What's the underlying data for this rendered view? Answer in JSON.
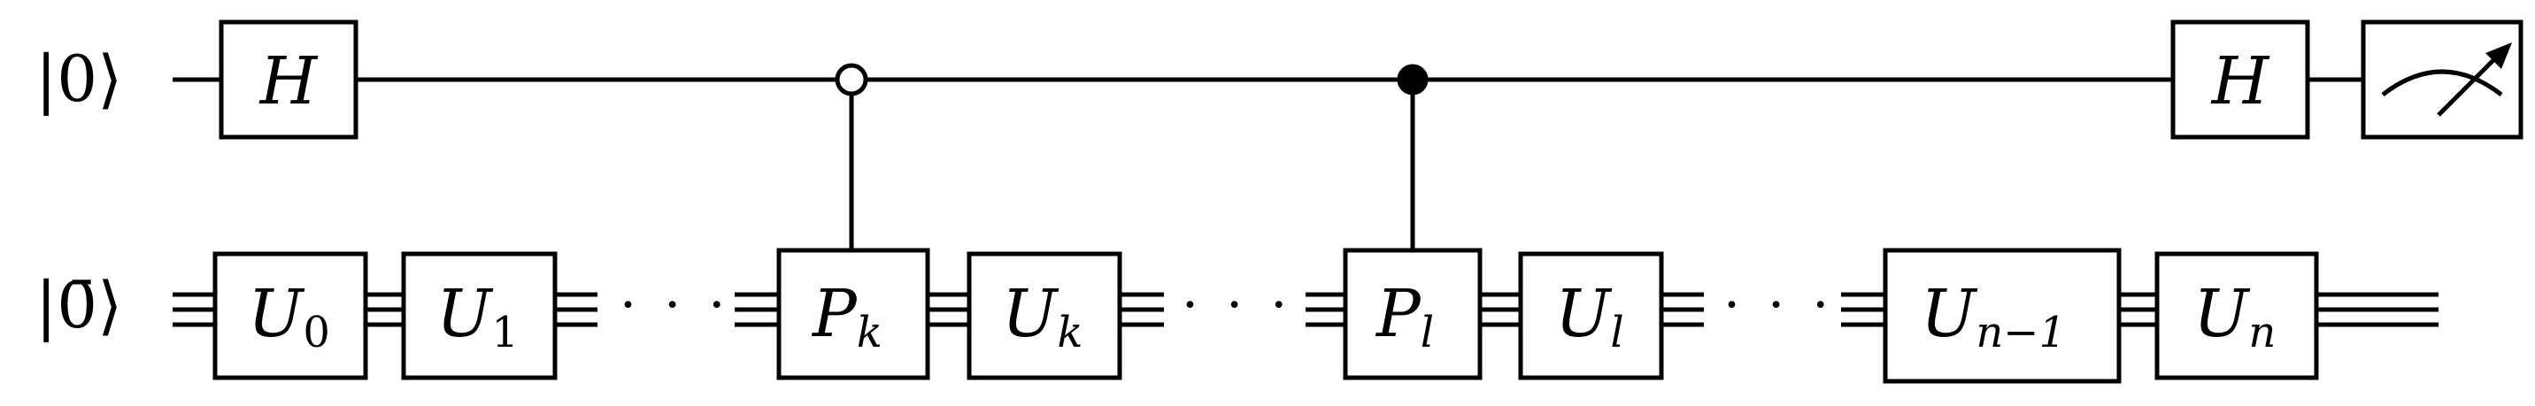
{
  "qubits": {
    "ancilla": {
      "ket": "|0⟩"
    },
    "register": {
      "ket": "|0̄⟩"
    }
  },
  "top_gates": {
    "h_start": "H",
    "h_end": "H"
  },
  "bottom_gates": [
    {
      "main": "U",
      "sub": "0"
    },
    {
      "main": "U",
      "sub": "1"
    },
    {
      "main": "P",
      "sub": "k"
    },
    {
      "main": "U",
      "sub": "k"
    },
    {
      "main": "P",
      "sub": "l"
    },
    {
      "main": "U",
      "sub": "l"
    },
    {
      "main": "U",
      "sub": "n−1"
    },
    {
      "main": "U",
      "sub": "n"
    }
  ],
  "ellipsis": [
    "· · ·",
    "· · ·",
    "· · ·"
  ],
  "icons": {
    "measurement": "meter-icon"
  }
}
